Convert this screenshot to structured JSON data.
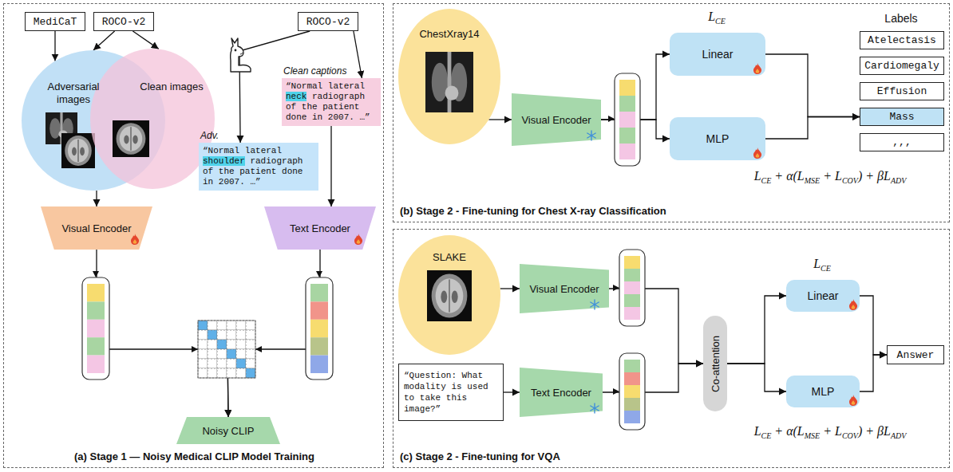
{
  "diagram": {
    "nodes": [
      {
        "text": [
          "(a) Stage 1 — Noisy Medical CLIP Model Training"
        ]
      },
      {
        "text": [
          "MediCaT"
        ],
        "in": 0
      },
      {
        "text": [
          "ROCO-v2"
        ],
        "in": 0
      },
      {
        "text": [
          "ROCO-v2"
        ],
        "in": 0
      },
      {
        "text": [
          "Adversarial images"
        ],
        "in": 0
      },
      {
        "text": [
          "Clean images"
        ],
        "in": 0
      },
      {
        "text": [
          "Clean captions",
          "“Normal lateral neck radiograph of the patient done in 2007. …”"
        ],
        "in": 0
      },
      {
        "text": [
          "Adv.",
          "“Normal lateral shoulder radiograph of the patient done in 2007. …”"
        ],
        "in": 0
      },
      {
        "text": [
          "Visual Encoder"
        ],
        "in": 0
      },
      {
        "text": [
          "Text Encoder"
        ],
        "in": 0
      },
      {
        "text": [
          "Noisy CLIP"
        ],
        "in": 0
      },
      {
        "text": [
          "(b) Stage 2 - Fine-tuning for Chest X-ray Classification"
        ]
      },
      {
        "text": [
          "ChestXray14"
        ],
        "in": 11
      },
      {
        "text": [
          "Visual Encoder"
        ],
        "in": 11
      },
      {
        "text": [
          "Linear"
        ],
        "in": 11
      },
      {
        "text": [
          "MLP"
        ],
        "in": 11
      },
      {
        "text": [
          "Atelectasis"
        ],
        "in": 11
      },
      {
        "text": [
          "Cardiomegaly"
        ],
        "in": 11
      },
      {
        "text": [
          "Effusion"
        ],
        "in": 11
      },
      {
        "text": [
          "Mass"
        ],
        "in": 11
      },
      {
        "text": [
          ",,,"
        ],
        "in": 11
      },
      {
        "text": [
          "(c) Stage 2 - Fine-tuning for VQA"
        ]
      },
      {
        "text": [
          "SLAKE"
        ],
        "in": 21
      },
      {
        "text": [
          "Visual Encoder"
        ],
        "in": 21
      },
      {
        "text": [
          "“Question: What modality is used to take this image?”"
        ],
        "in": 21
      },
      {
        "text": [
          "Text Encoder"
        ],
        "in": 21
      },
      {
        "text": [
          "Co-attention"
        ],
        "in": 21
      },
      {
        "text": [
          "Linear"
        ],
        "in": 21
      },
      {
        "text": [
          "MLP"
        ],
        "in": 21
      },
      {
        "text": [
          "Answer"
        ],
        "in": 21
      }
    ],
    "edges": [
      {
        "from": 1,
        "to": 4,
        "arrow": "to"
      },
      {
        "from": 2,
        "to": 4,
        "arrow": "to"
      },
      {
        "from": 2,
        "to": 5,
        "arrow": "to"
      },
      {
        "from": 3,
        "to": 7,
        "arrow": "to"
      },
      {
        "from": 3,
        "to": 6,
        "arrow": "to"
      },
      {
        "from": 4,
        "to": 8,
        "arrow": "to"
      },
      {
        "from": 6,
        "to": 9,
        "arrow": "to"
      },
      {
        "from": 8,
        "to": 10,
        "arrow": "to"
      },
      {
        "from": 9,
        "to": 10,
        "arrow": "to"
      },
      {
        "from": 12,
        "to": 13,
        "arrow": "to"
      },
      {
        "from": 13,
        "to": 14,
        "arrow": "to"
      },
      {
        "from": 13,
        "to": 15,
        "arrow": "to"
      },
      {
        "from": 14,
        "to": 19,
        "arrow": "to"
      },
      {
        "from": 15,
        "to": 19,
        "arrow": "to"
      },
      {
        "from": 22,
        "to": 23,
        "arrow": "to"
      },
      {
        "from": 24,
        "to": 25,
        "arrow": "to"
      },
      {
        "from": 23,
        "to": 26,
        "arrow": "to"
      },
      {
        "from": 25,
        "to": 26,
        "arrow": "to"
      },
      {
        "from": 26,
        "to": 27,
        "arrow": "to"
      },
      {
        "from": 26,
        "to": 28,
        "arrow": "to"
      },
      {
        "from": 27,
        "to": 29,
        "arrow": "to"
      },
      {
        "from": 28,
        "to": 29,
        "arrow": "to"
      }
    ],
    "labels": [
      "Labels",
      "LCE",
      "LCE + α(LMSE + LCOV) + βLADV",
      "LCE",
      "LCE + α(LMSE + LCOV) + βLADV"
    ]
  }
}
